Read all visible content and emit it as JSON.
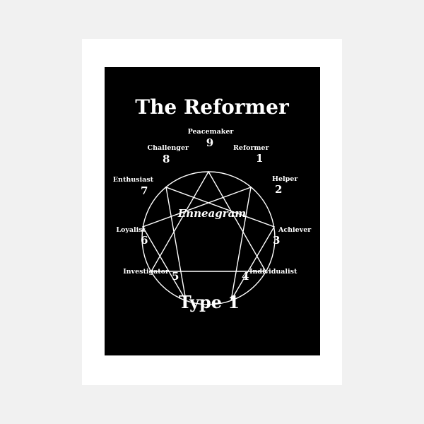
{
  "colors": {
    "background": "#f1f1f1",
    "mat": "#ffffff",
    "artwork": "#000000",
    "ink": "#ffffff"
  },
  "poster": {
    "title": "The Reformer",
    "center_label": "Enneagram",
    "subtitle": "Type 1",
    "types": [
      {
        "number": "1",
        "name": "Reformer"
      },
      {
        "number": "2",
        "name": "Helper"
      },
      {
        "number": "3",
        "name": "Achiever"
      },
      {
        "number": "4",
        "name": "Individualist"
      },
      {
        "number": "5",
        "name": "Investigator"
      },
      {
        "number": "6",
        "name": "Loyalist"
      },
      {
        "number": "7",
        "name": "Enthusiast"
      },
      {
        "number": "8",
        "name": "Challenger"
      },
      {
        "number": "9",
        "name": "Peacemaker"
      }
    ]
  }
}
